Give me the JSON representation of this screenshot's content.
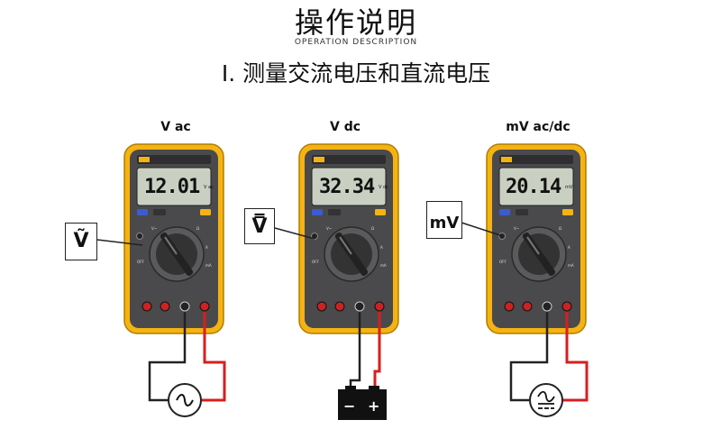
{
  "header": {
    "title": "操作说明",
    "subtitle": "OPERATION DESCRIPTION",
    "heading": "Ⅰ. 测量交流电压和直流电压"
  },
  "meters": [
    {
      "label": "V ac",
      "reading": "12.01",
      "unit": "V ac",
      "symbol": "Ṽ",
      "source": "~"
    },
    {
      "label": "V dc",
      "reading": "32.34",
      "unit": "V dc",
      "symbol": "V̿",
      "source": "battery"
    },
    {
      "label": "mV ac/dc",
      "reading": "20.14",
      "unit": "mV",
      "symbol": "mV",
      "source": "≂"
    }
  ],
  "colors": {
    "meter_body": "#f5b312",
    "meter_inner": "#4a4a4c",
    "lcd": "#c9d0c2",
    "lead_red": "#d81e1e",
    "lead_black": "#222222"
  }
}
